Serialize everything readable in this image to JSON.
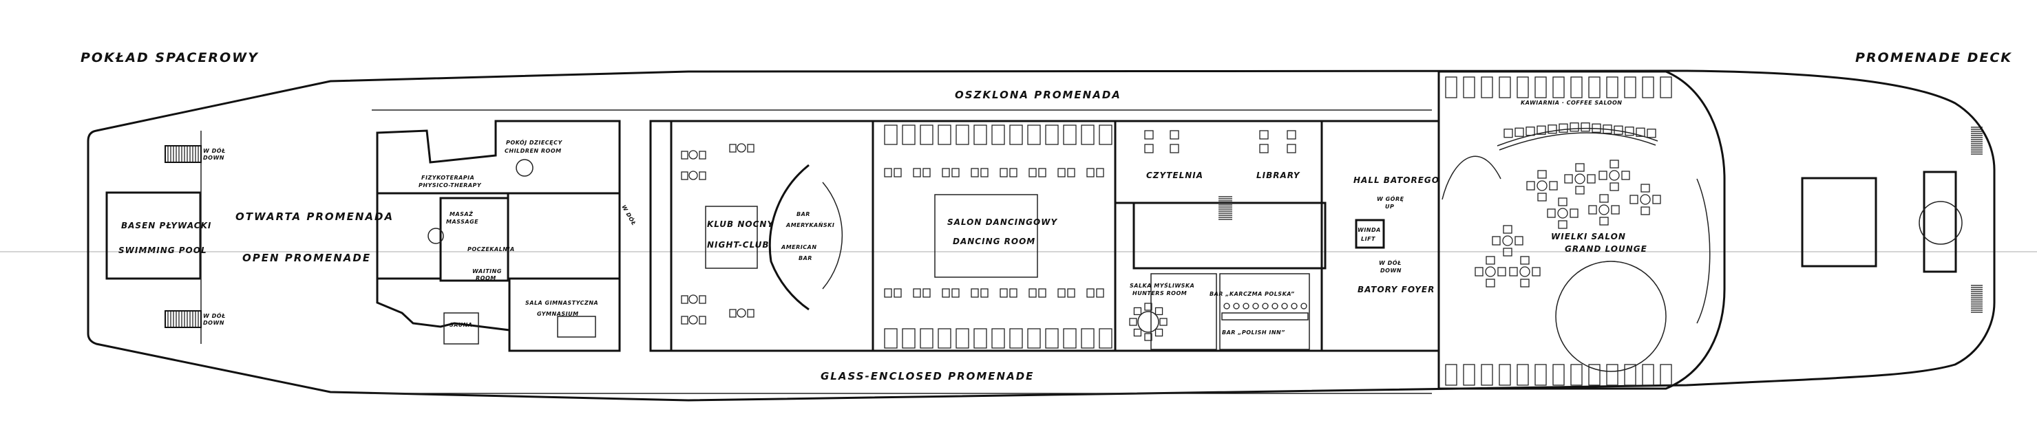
{
  "titles": {
    "polish": "POKŁAD SPACEROWY",
    "english": "PROMENADE DECK"
  },
  "promenades": {
    "glazed_pl": "OSZKLONA PROMENADA",
    "glazed_en": "GLASS-ENCLOSED PROMENADE",
    "open_pl": "OTWARTA PROMENADA",
    "open_en": "OPEN PROMENADE"
  },
  "rooms": {
    "pool_pl": "BASEN PŁYWACKI",
    "pool_en": "SWIMMING POOL",
    "physio_pl": "FIZYKOTERAPIA",
    "physio_en": "PHYSICO-THERAPY",
    "children_pl": "POKÓJ DZIECĘCY",
    "children_en": "CHILDREN ROOM",
    "massage_pl": "MASAŻ",
    "massage_en": "MASSAGE",
    "waiting_pl": "POCZEKALNIA",
    "waiting_en_1": "WAITING",
    "waiting_en_2": "ROOM",
    "sauna": "SAUNA",
    "gym_pl": "SALA GIMNASTYCZNA",
    "gym_en": "GYMNASIUM",
    "nightclub_pl": "KLUB NOCNY",
    "nightclub_en": "NIGHT-CLUB",
    "amerbar_pl_1": "BAR",
    "amerbar_pl_2": "AMERYKAŃSKI",
    "amerbar_en_1": "AMERICAN",
    "amerbar_en_2": "BAR",
    "dancing_pl": "SALON DANCINGOWY",
    "dancing_en": "DANCING ROOM",
    "reading_pl": "CZYTELNIA",
    "reading_en": "LIBRARY",
    "hunters_pl": "SALKA MYŚLIWSKA",
    "hunters_en": "HUNTERS ROOM",
    "inn_pl": "BAR „KARCZMA POLSKA”",
    "inn_en": "BAR „POLISH INN”",
    "hall_pl": "HALL BATOREGO",
    "hall_en": "BATORY FOYER",
    "lift_pl": "WINDA",
    "lift_en": "LIFT",
    "coffee": "KAWIARNIA · COFFEE SALOON",
    "lounge_pl": "WIELKI SALON",
    "lounge_en": "GRAND LOUNGE"
  },
  "stairs": {
    "down_pl": "W DÓŁ",
    "down_en": "DOWN",
    "up_pl": "W GÓRĘ",
    "up_en": "UP"
  }
}
